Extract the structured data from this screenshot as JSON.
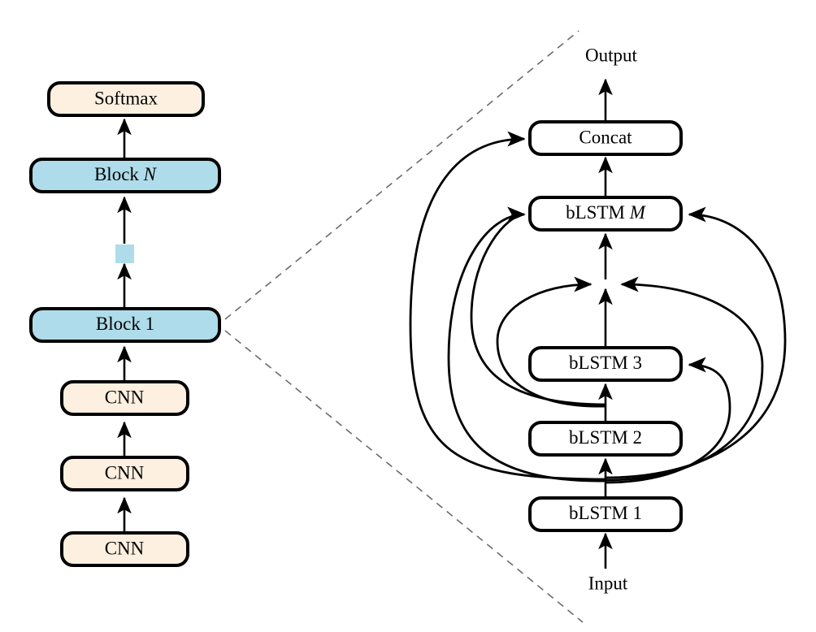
{
  "diagram": {
    "title": "Network architecture: stacked CNN + block diagram with densely connected bLSTM block",
    "colors": {
      "cream_fill": "#FDF0E0",
      "blue_fill": "#AFDCEA",
      "white_fill": "#FFFFFF",
      "stroke": "#000000",
      "dashed_guide": "#6B6B6B"
    },
    "left_panel": {
      "name": "overall-network-stack",
      "nodes": [
        {
          "id": "softmax",
          "label": "Softmax",
          "fill": "cream"
        },
        {
          "id": "block-n",
          "label_prefix": "Block ",
          "label_italic": "N",
          "fill": "blue"
        },
        {
          "id": "ellipsis-marker",
          "label": "",
          "fill": "blue"
        },
        {
          "id": "block-1",
          "label_prefix": "Block ",
          "label_plain": "1",
          "fill": "blue"
        },
        {
          "id": "cnn-3",
          "label": "CNN",
          "fill": "cream"
        },
        {
          "id": "cnn-2",
          "label": "CNN",
          "fill": "cream"
        },
        {
          "id": "cnn-1",
          "label": "CNN",
          "fill": "cream"
        }
      ]
    },
    "right_panel": {
      "name": "block-detail-expansion",
      "top_label": "Output",
      "bottom_label": "Input",
      "nodes": [
        {
          "id": "concat",
          "label": "Concat",
          "fill": "white"
        },
        {
          "id": "blstm-m",
          "label_prefix": "bLSTM ",
          "label_italic": "M",
          "fill": "white"
        },
        {
          "id": "junction",
          "label": "",
          "fill": "none"
        },
        {
          "id": "blstm-3",
          "label_prefix": "bLSTM ",
          "label_plain": "3",
          "fill": "white"
        },
        {
          "id": "blstm-2",
          "label_prefix": "bLSTM ",
          "label_plain": "2",
          "fill": "white"
        },
        {
          "id": "blstm-1",
          "label_prefix": "bLSTM ",
          "label_plain": "1",
          "fill": "white"
        }
      ]
    },
    "labels": {
      "softmax": "Softmax",
      "block_n_prefix": "Block ",
      "block_n_italic": "N",
      "block_1_prefix": "Block ",
      "block_1_num": "1",
      "cnn": "CNN",
      "output": "Output",
      "input": "Input",
      "concat": "Concat",
      "blstm_prefix": "bLSTM ",
      "blstm_m_italic": "M",
      "blstm_3_num": "3",
      "blstm_2_num": "2",
      "blstm_1_num": "1"
    }
  }
}
